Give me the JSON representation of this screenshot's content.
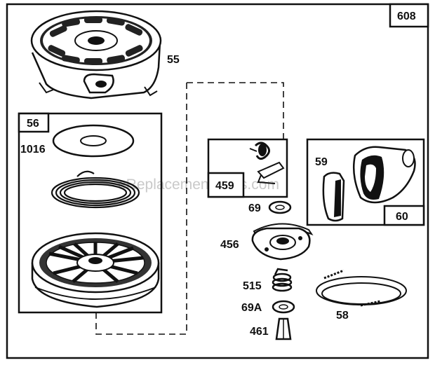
{
  "diagram": {
    "group_number": "608",
    "watermark": "eReplacementParts.com",
    "boxes": {
      "recoil_assembly": "56",
      "spring_kit": "459",
      "handle_kit": "60"
    },
    "parts": {
      "housing": "55",
      "washer": "1016",
      "washer_small": "69",
      "pawl_plate": "456",
      "spring": "515",
      "washer_a": "69A",
      "pin": "461",
      "rope": "58",
      "handle_insert": "59"
    }
  }
}
